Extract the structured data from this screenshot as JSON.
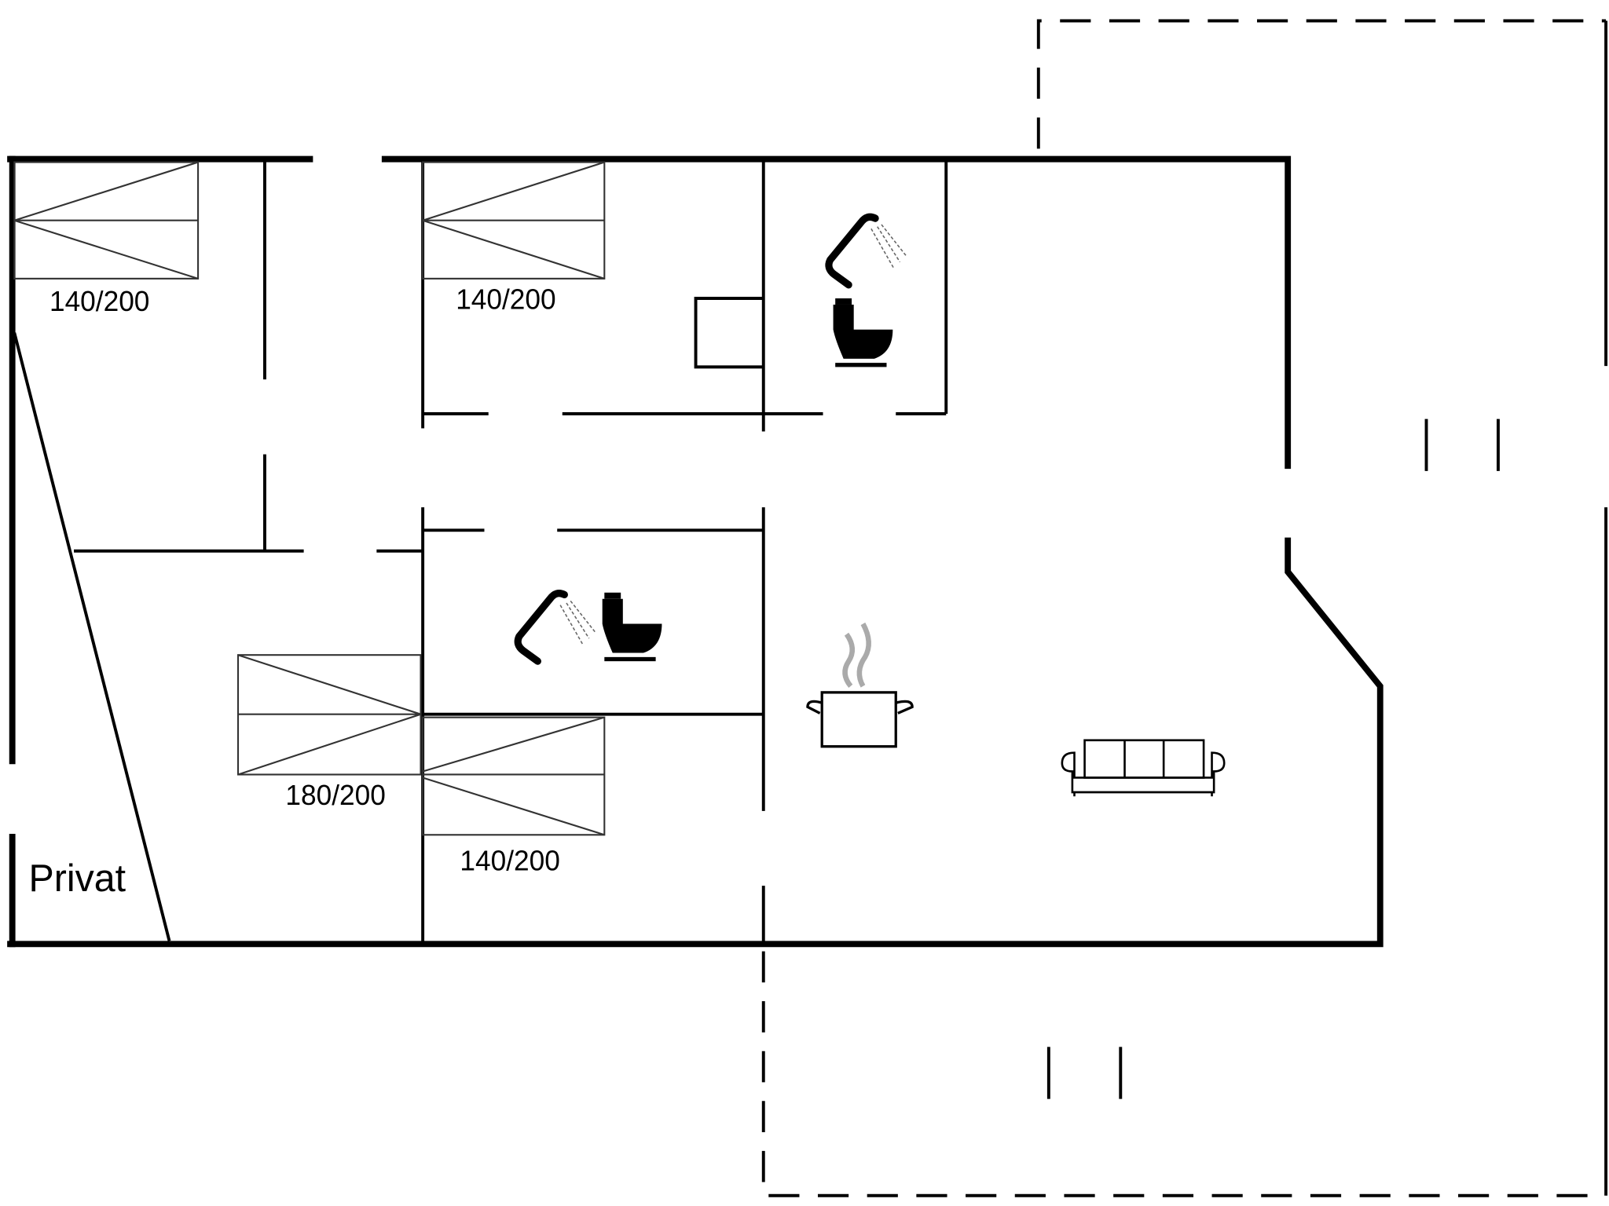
{
  "plan": {
    "beds": [
      {
        "label": "140/200"
      },
      {
        "label": "140/200"
      },
      {
        "label": "180/200"
      },
      {
        "label": "140/200"
      }
    ],
    "room_label": "Privat",
    "icons": [
      "shower-icon",
      "toilet-icon",
      "shower-icon",
      "toilet-icon",
      "cooking-pot-icon",
      "sofa-icon"
    ],
    "colors": {
      "lines": "#000000",
      "background": "#ffffff",
      "steam": "#aaaaaa"
    }
  }
}
